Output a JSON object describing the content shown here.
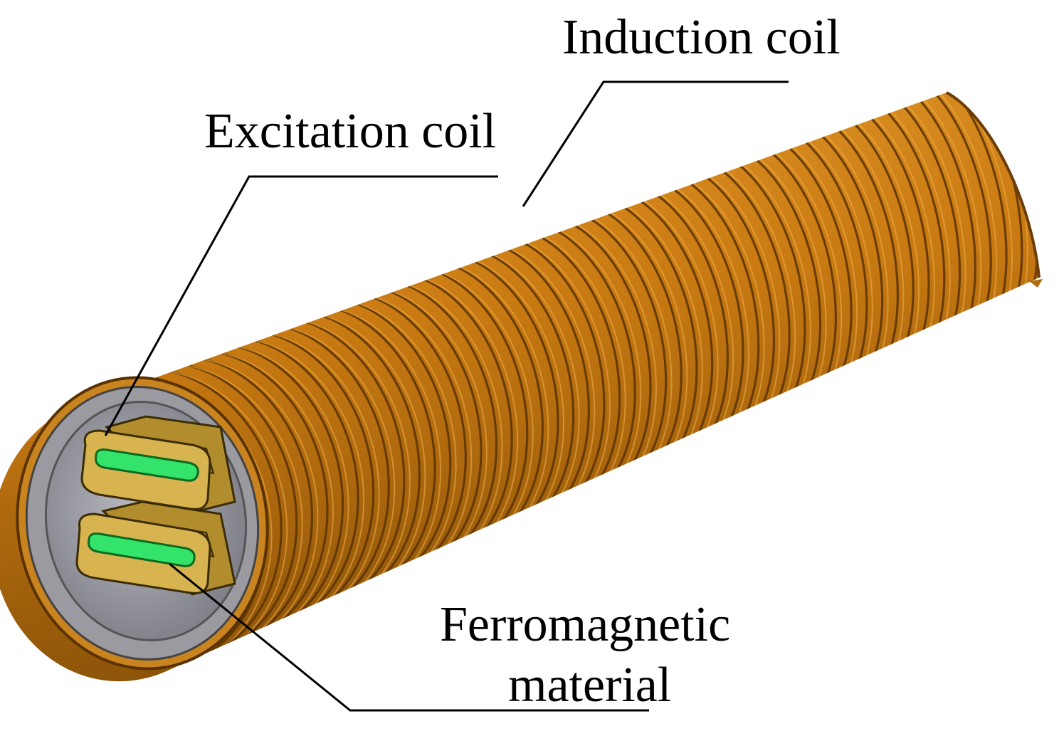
{
  "labels": {
    "induction_coil": "Induction coil",
    "excitation_coil": "Excitation coil",
    "ferromagnetic_line1": "Ferromagnetic",
    "ferromagnetic_line2": "material"
  },
  "colors": {
    "coil_copper": "#c97a12",
    "coil_shadow": "#5a3200",
    "housing_gray": "#9a9a9e",
    "core_green": "#33e36a",
    "core_frame": "#c8a23a"
  }
}
